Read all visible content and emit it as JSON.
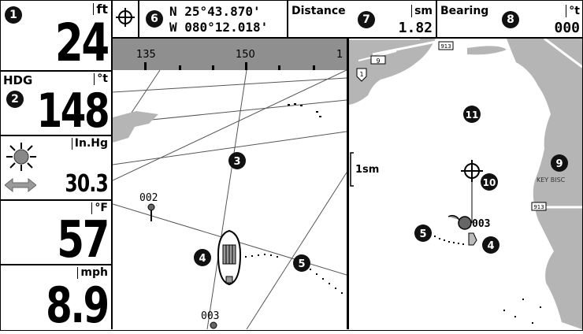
{
  "left_panel": {
    "depth": {
      "value": "24",
      "unit": "ft",
      "callout": "1"
    },
    "heading": {
      "label": "HDG",
      "value": "148",
      "unit": "°t",
      "callout": "2"
    },
    "barometer": {
      "value": "30.3",
      "unit": "In.Hg"
    },
    "temperature": {
      "value": "57",
      "unit": "°F"
    },
    "speed": {
      "value": "8.9",
      "unit": "mph"
    }
  },
  "top_bar": {
    "position": {
      "lat": "N 25°43.870'",
      "lon": "W 080°12.018'",
      "callout": "6"
    },
    "distance": {
      "label": "Distance",
      "value": "1.82",
      "unit": "sm",
      "callout": "7"
    },
    "bearing": {
      "label": "Bearing",
      "value": "000",
      "unit": "°t",
      "callout": "8"
    }
  },
  "view3d": {
    "compass_ticks": [
      "135",
      "150",
      "1"
    ],
    "waypoints": [
      "002",
      "003"
    ],
    "callouts": {
      "view": "3",
      "boat": "4",
      "track": "5"
    }
  },
  "chart": {
    "scale_label": "1sm",
    "road_labels": [
      "9",
      "1",
      "913",
      "913"
    ],
    "map_labels": [
      "KEY BISC"
    ],
    "waypoint": "003",
    "callouts": {
      "chart": "11",
      "cursor": "10",
      "land": "9",
      "track": "5",
      "boat": "4"
    }
  },
  "colors": {
    "water_3d": "#ffffff",
    "sky_3d": "#8f8f8f",
    "land": "#b5b5b5",
    "road": "#ffffff",
    "waypoint": "#666666"
  }
}
